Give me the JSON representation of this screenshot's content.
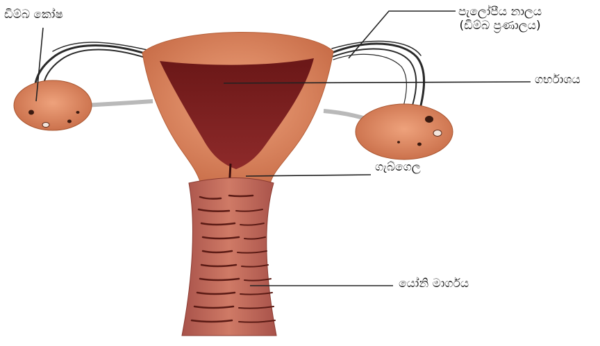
{
  "labels": {
    "ovary": "ඩිම්බ කෝෂ",
    "fallopian_tube_line1": "පැලෝපීය නාලය",
    "fallopian_tube_line2": "(ඩිම්බ ප්‍රණාලය)",
    "uterus": "ගර්භාශය",
    "cervix": "ගැබ්ගෙල",
    "vagina": "යෝනි මාර්ගය"
  },
  "colors": {
    "tissue": "#d9825a",
    "tissue_light": "#e8a07a",
    "cavity": "#7a1f1f",
    "vagina": "#c06858",
    "vagina_folds": "#5a1a14",
    "leader_line": "#222222"
  }
}
